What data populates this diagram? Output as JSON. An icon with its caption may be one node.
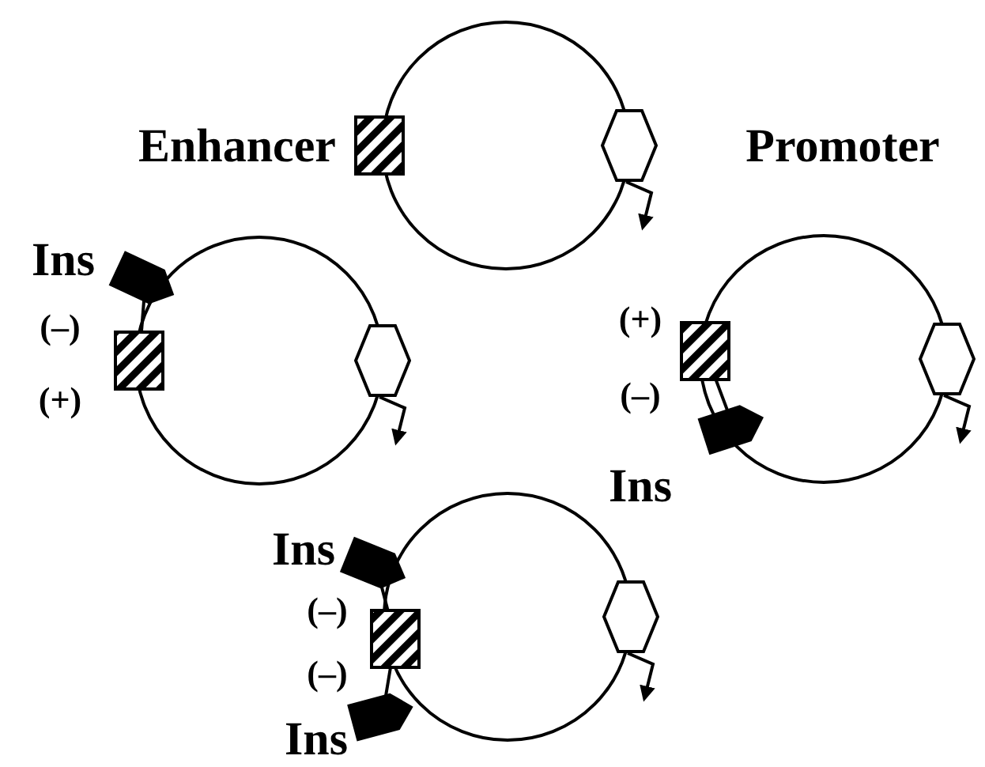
{
  "diagram": {
    "labels": [
      "Enhancer",
      "Promoter",
      "Ins",
      "(–)",
      "(+)",
      "(+)",
      "(–)",
      "Ins",
      "Ins",
      "(–)",
      "(–)",
      "Ins"
    ]
  }
}
